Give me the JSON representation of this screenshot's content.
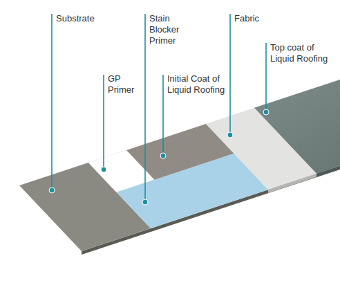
{
  "diagram": {
    "labels": [
      "Substrate",
      "GP Primer",
      "Stain Blocker Primer",
      "Initial Coat of Liquid Roofing",
      "Fabric",
      "Top coat of Liquid Roofing"
    ]
  }
}
